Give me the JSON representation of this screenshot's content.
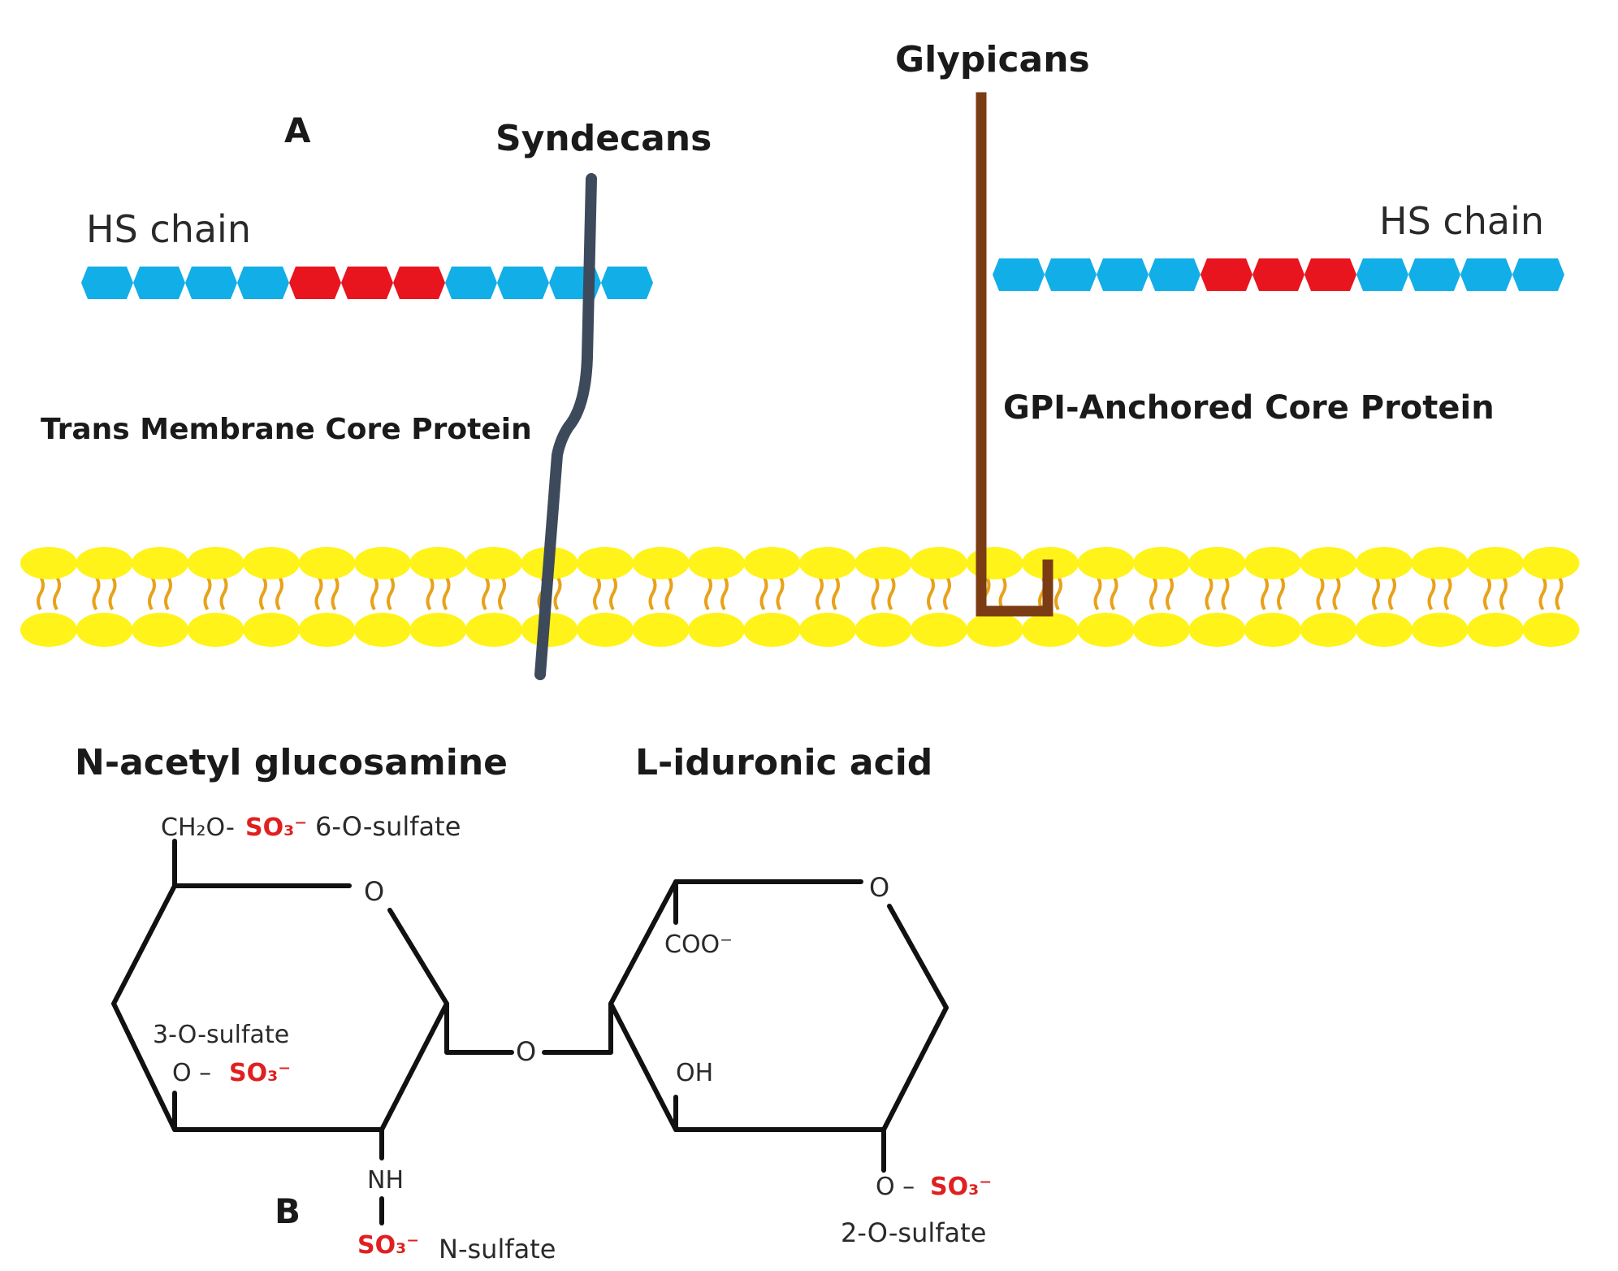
{
  "panel_a": {
    "letter": "A",
    "syndecans_label": "Syndecans",
    "glypicans_label": "Glypicans",
    "hs_chain_left_label": "HS chain",
    "hs_chain_right_label": "HS chain",
    "transmembrane_label": "Trans Membrane Core Protein",
    "gpi_label": "GPI-Anchored Core Protein"
  },
  "panel_b": {
    "letter": "B",
    "glcnac_title": "N-acetyl glucosamine",
    "idoa_title": "L-iduronic acid",
    "ch2o": "CH₂O-",
    "so3": "SO₃⁻",
    "six_o_sulfate": "6-O-sulfate",
    "ring_o": "O",
    "three_o_sulfate": "3-O-sulfate",
    "o_dash": "O –",
    "nh": "NH",
    "n_sulfate": "N-sulfate",
    "glyco_o": "O",
    "coo": "COO⁻",
    "oh": "OH",
    "two_o_sulfate": "2-O-sulfate"
  },
  "colors": {
    "hs_blue": "#12aee8",
    "hs_red": "#e8141e",
    "syndecan_core": "#3d4a5c",
    "glypican_core": "#7b3c14",
    "lipid_head": "#fff31a",
    "lipid_tail": "#e8a21a",
    "sulfate_red": "#e02020"
  }
}
